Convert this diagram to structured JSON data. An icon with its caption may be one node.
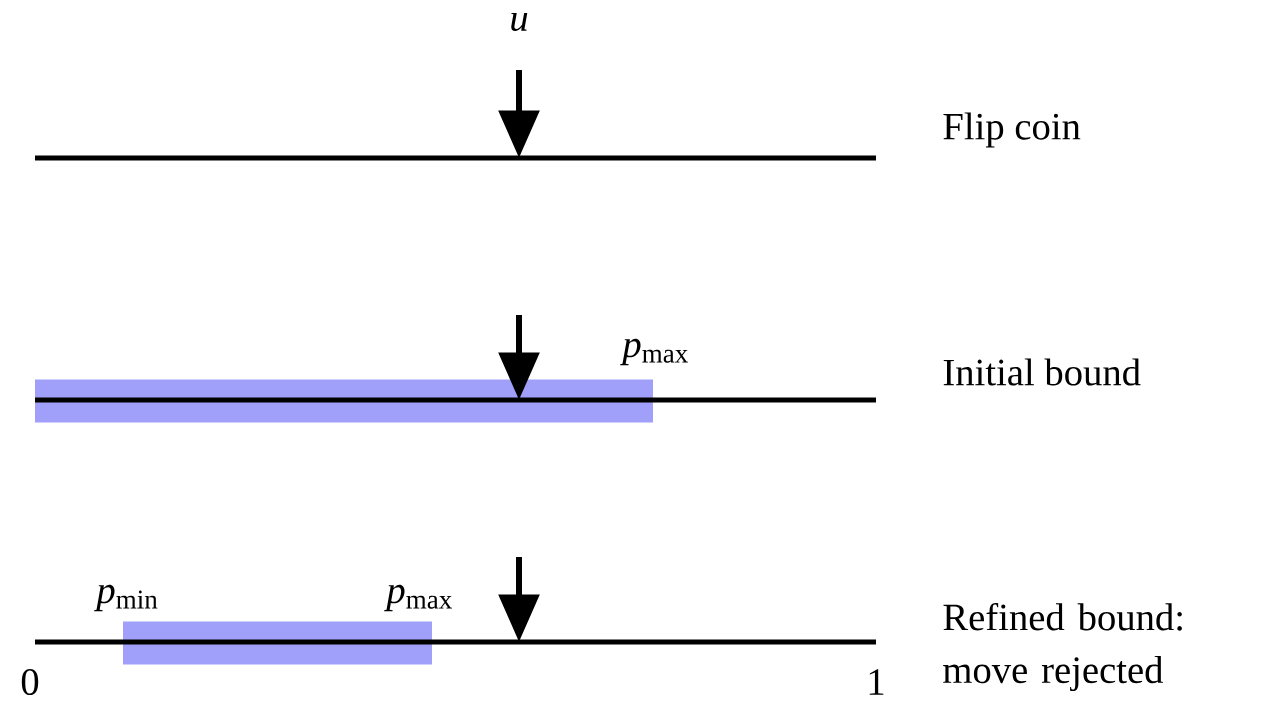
{
  "diagram": {
    "nodes": [
      {
        "text": [],
        "shape": "bar"
      },
      {
        "text": [],
        "shape": "bar"
      }
    ],
    "labels": [
      "*u*",
      "Flip coin",
      "*p*$_{max}$",
      "Initial bound",
      "*p*$_{min}$",
      "*p*$_{max}$",
      "Refined bound: move rejected",
      "0",
      "1"
    ]
  }
}
